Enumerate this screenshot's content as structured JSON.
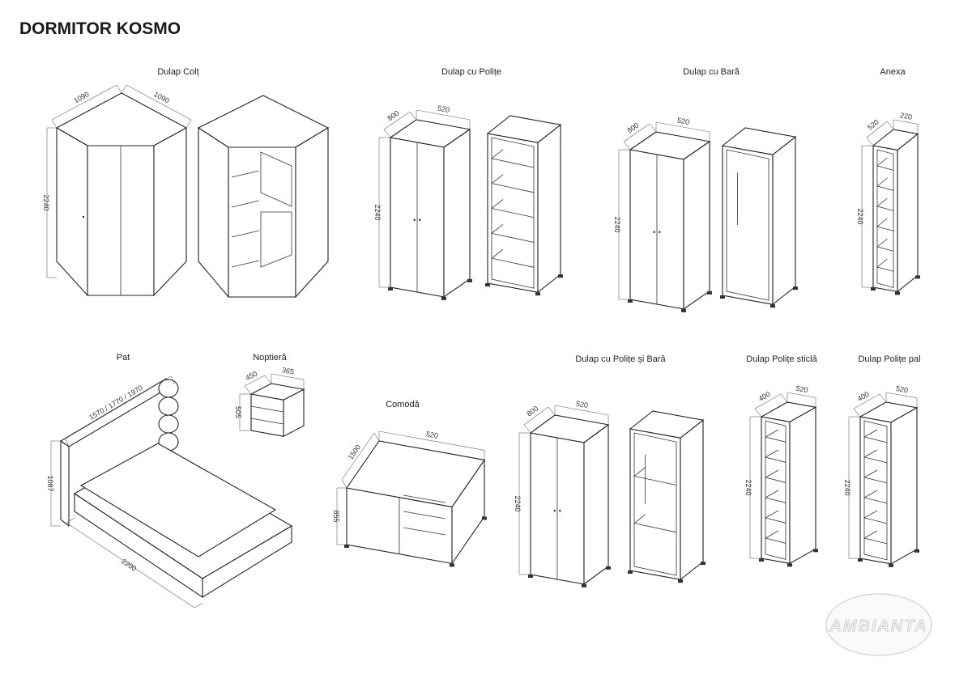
{
  "title": "DORMITOR KOSMO",
  "products": [
    {
      "name": "Dulap Colț",
      "dims": {
        "width": "1090",
        "depth": "1090",
        "height": "2240"
      }
    },
    {
      "name": "Dulap cu Polițe",
      "dims": {
        "width": "800",
        "depth": "520",
        "height": "2240"
      }
    },
    {
      "name": "Dulap cu Bară",
      "dims": {
        "width": "800",
        "depth": "520",
        "height": "2240"
      }
    },
    {
      "name": "Anexa",
      "dims": {
        "width": "520",
        "depth": "220",
        "height": "2240"
      }
    },
    {
      "name": "Pat",
      "dims": {
        "width": "1570 / 1770 / 1970",
        "depth": "2200",
        "height": "1087"
      }
    },
    {
      "name": "Noptieră",
      "dims": {
        "width": "450",
        "depth": "365",
        "height": "505"
      }
    },
    {
      "name": "Comodă",
      "dims": {
        "width": "1500",
        "depth": "520",
        "height": "855"
      }
    },
    {
      "name": "Dulap cu Polițe și Bară",
      "dims": {
        "width": "800",
        "depth": "520",
        "height": "2240"
      }
    },
    {
      "name": "Dulap Polițe sticlă",
      "dims": {
        "width": "400",
        "depth": "520",
        "height": "2240"
      }
    },
    {
      "name": "Dulap Polițe pal",
      "dims": {
        "width": "400",
        "depth": "520",
        "height": "2240"
      }
    }
  ],
  "logo": "AMBIANTA",
  "colors": {
    "line": "#222222",
    "logo": "#c8c8c8"
  }
}
